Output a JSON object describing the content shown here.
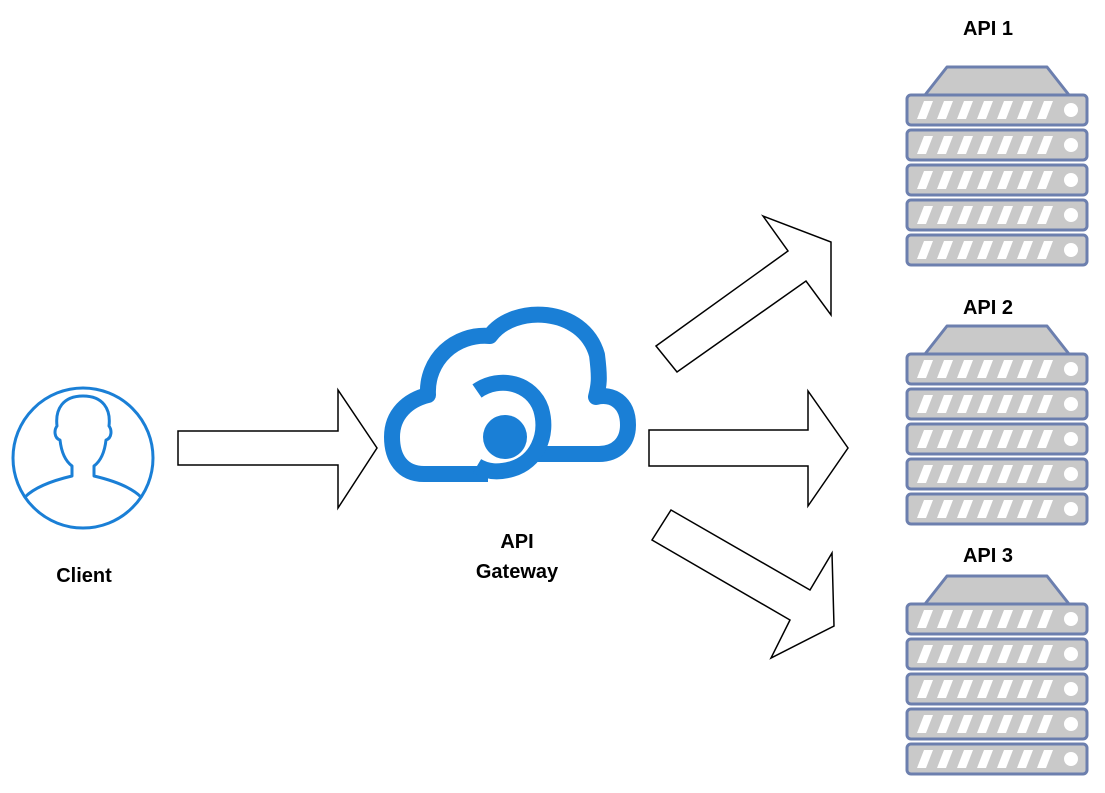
{
  "client": {
    "label": "Client",
    "icon": "user-icon"
  },
  "gateway": {
    "label_line1": "API",
    "label_line2": "Gateway",
    "icon": "cloud-gateway-icon"
  },
  "servers": [
    {
      "label": "API 1",
      "icon": "server-rack-icon"
    },
    {
      "label": "API 2",
      "icon": "server-rack-icon"
    },
    {
      "label": "API 3",
      "icon": "server-rack-icon"
    }
  ],
  "colors": {
    "accent_blue": "#1a7fd6",
    "server_fill": "#c9c9c9",
    "server_stroke": "#6c7fae",
    "arrow_stroke": "#000000"
  }
}
